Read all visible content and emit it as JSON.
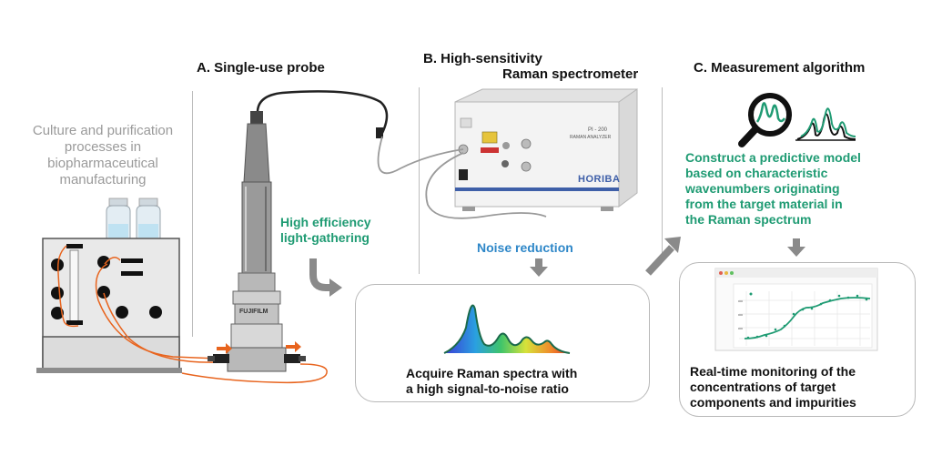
{
  "section_a": {
    "title": "A. Single-use probe"
  },
  "section_b": {
    "title_line1": "B. High-sensitivity",
    "title_line2": "Raman spectrometer"
  },
  "section_c": {
    "title": "C. Measurement algorithm"
  },
  "culture": {
    "lines": [
      "Culture and purification",
      "processes in",
      "biopharmaceutical",
      "manufacturing"
    ]
  },
  "probe": {
    "label_line1": "High efficiency",
    "label_line2": "light-gathering",
    "brand": "FUJIFILM"
  },
  "spectrometer": {
    "brand": "HORIBA",
    "model": "PI - 200",
    "model_sub": "RAMAN ANALYZER"
  },
  "noise": {
    "label": "Noise reduction"
  },
  "acquire": {
    "line1": "Acquire Raman spectra with",
    "line2": "a high signal-to-noise ratio"
  },
  "model": {
    "lines": [
      "Construct a predictive model",
      "based on characteristic",
      "wavenumbers originating",
      "from the target material in",
      "the Raman spectrum"
    ]
  },
  "monitor": {
    "lines": [
      "Real-time monitoring of the",
      "concentrations of target",
      "components and impurities"
    ]
  },
  "colors": {
    "green": "#1f9b73",
    "blue": "#2e87c8",
    "orange": "#e8641e",
    "gray_arrow": "#8a8a8a"
  }
}
